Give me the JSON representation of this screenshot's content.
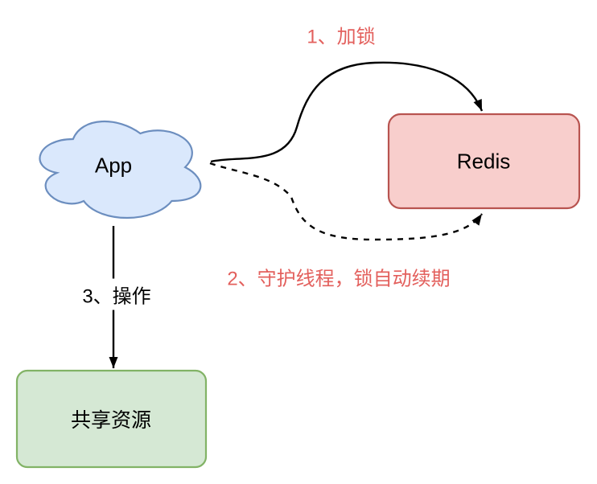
{
  "diagram": {
    "nodes": {
      "app": {
        "label": "App",
        "shape": "cloud",
        "fill": "#dae8fc",
        "stroke": "#6c8ebf"
      },
      "redis": {
        "label": "Redis",
        "shape": "rounded-rect",
        "fill": "#f8cecc",
        "stroke": "#b85450"
      },
      "shared_resource": {
        "label": "共享资源",
        "shape": "rounded-rect",
        "fill": "#d5e8d4",
        "stroke": "#82b366"
      }
    },
    "edges": [
      {
        "id": "lock",
        "label": "1、加锁",
        "from": "app",
        "to": "redis",
        "style": "solid-curve",
        "label_color": "#e3605d"
      },
      {
        "id": "watchdog",
        "label": "2、守护线程，锁自动续期",
        "from": "app",
        "to": "redis",
        "style": "dashed-curve",
        "label_color": "#e3605d"
      },
      {
        "id": "operate",
        "label": "3、操作",
        "from": "app",
        "to": "shared_resource",
        "style": "solid-straight",
        "label_color": "#000000"
      }
    ],
    "colors": {
      "edge_stroke": "#000000",
      "background": "#ffffff"
    }
  }
}
